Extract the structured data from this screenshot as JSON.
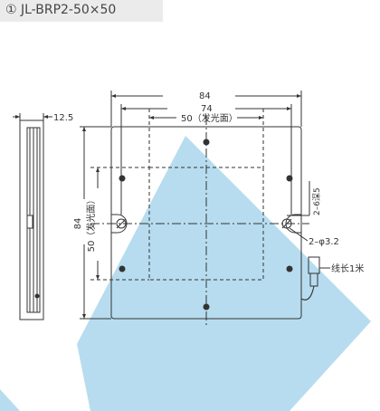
{
  "title": "① JL-BRP2-50×50",
  "dimensions": {
    "side_thickness": "12.5",
    "overall_width": "84",
    "hole_spacing": "74",
    "emitting_width": "50（发光面）",
    "overall_height": "84",
    "emitting_height": "50（发光面）",
    "slot_depth": "2–6深5",
    "hole_diameter": "2–φ3.2",
    "cable_length": "线长1米"
  },
  "colors": {
    "line": "#333333",
    "accent_band": "#9fd0ea",
    "background": "#ffffff",
    "title_bg": "#ebebeb"
  }
}
